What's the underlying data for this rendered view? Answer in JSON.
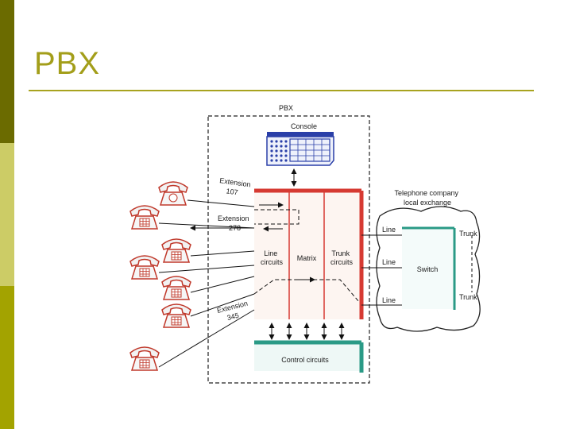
{
  "slide": {
    "title": "PBX"
  },
  "diagram": {
    "pbx_label": "PBX",
    "console_label": "Console",
    "extension_label": "Extension",
    "ext_107": "107",
    "ext_278": "278",
    "ext_345": "345",
    "line_circuits": [
      "Line",
      "circuits"
    ],
    "matrix_label": "Matrix",
    "trunk_circuits": [
      "Trunk",
      "circuits"
    ],
    "control_circuits": "Control circuits",
    "telco": [
      "Telephone company",
      "local exchange"
    ],
    "line_label": "Line",
    "trunk_label": "Trunk",
    "switch_label": "Switch"
  },
  "colors": {
    "accent_olive": "#a39e1a",
    "red": "#d63a32",
    "teal": "#2a9a86",
    "console_blue": "#2a3fa8"
  }
}
